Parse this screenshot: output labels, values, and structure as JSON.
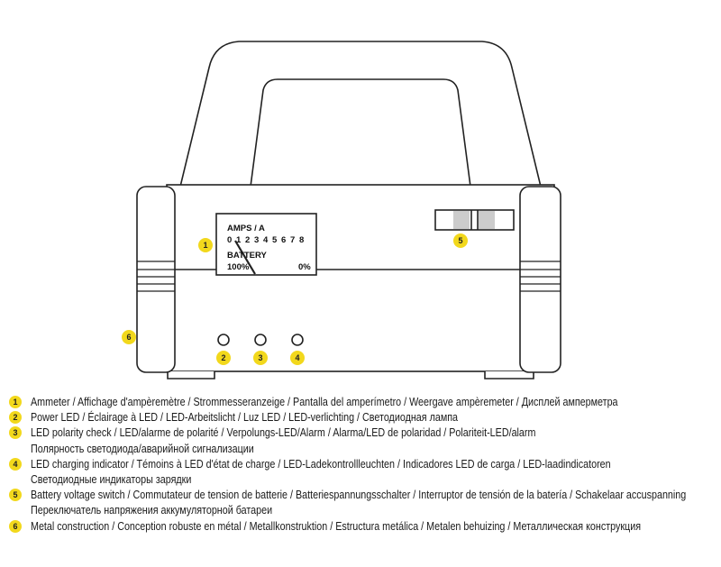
{
  "meter": {
    "title": "AMPS / A",
    "scale": [
      "0",
      "1",
      "2",
      "3",
      "4",
      "5",
      "6",
      "7",
      "8"
    ],
    "battery_label": "BATTERY",
    "left_label": "100%",
    "right_label": "0%"
  },
  "callouts": [
    "1",
    "2",
    "3",
    "4",
    "5",
    "6"
  ],
  "legend": [
    {
      "num": "1",
      "lines": [
        "Ammeter / Affichage d'ampèremètre / Strommesseranzeige / Pantalla del amperímetro / Weergave ampèremeter / Дисплей амперметра"
      ]
    },
    {
      "num": "2",
      "lines": [
        "Power LED  / Éclairage à LED / LED-Arbeitslicht / Luz LED / LED-verlichting / Светодиодная лампа"
      ]
    },
    {
      "num": "3",
      "lines": [
        "LED polarity check /  LED/alarme de polarité / Verpolungs-LED/Alarm / Alarma/LED de polaridad / Polariteit-LED/alarm",
        "Полярность светодиода/аварийной сигнализации"
      ]
    },
    {
      "num": "4",
      "lines": [
        "LED charging indicator / Témoins à LED d'état de charge / LED-Ladekontrollleuchten / Indicadores LED de carga / LED-laadindicatoren",
        "Светодиодные индикаторы зарядки"
      ]
    },
    {
      "num": "5",
      "lines": [
        "Battery voltage switch / Commutateur de tension de batterie / Batteriespannungsschalter / Interruptor de tensión de la batería / Schakelaar accuspanning",
        "Переключатель напряжения аккумуляторной батареи"
      ]
    },
    {
      "num": "6",
      "lines": [
        "Metal construction / Conception robuste en métal / Metallkonstruktion / Estructura metálica / Metalen behuizing / Металлическая конструкция"
      ]
    }
  ],
  "colors": {
    "badge": "#f2d81c",
    "line": "#222222"
  }
}
